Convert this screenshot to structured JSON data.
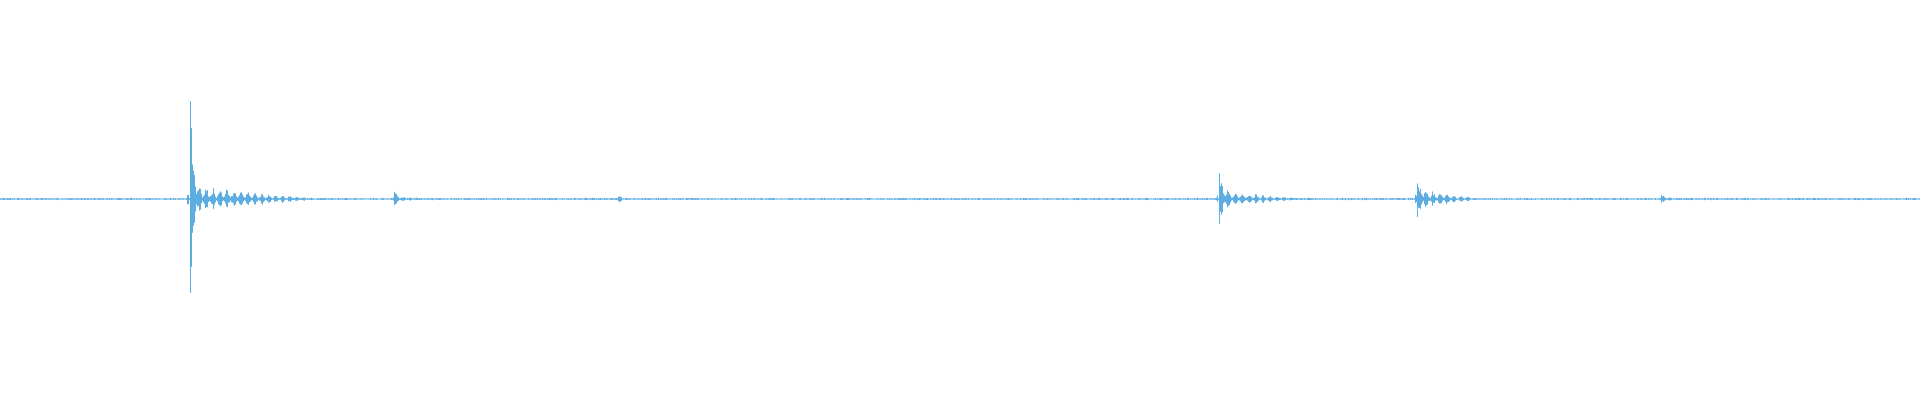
{
  "waveform": {
    "color": "#5DADE2",
    "background": "#ffffff",
    "baseline_amplitude": 0.01,
    "events": [
      {
        "position": 0.099,
        "peak_amplitude": 1.0,
        "decay_length": 0.07,
        "tail_amplitude": 0.12
      },
      {
        "position": 0.205,
        "peak_amplitude": 0.05,
        "decay_length": 0.02,
        "tail_amplitude": 0.03
      },
      {
        "position": 0.322,
        "peak_amplitude": 0.03,
        "decay_length": 0.005,
        "tail_amplitude": 0.02
      },
      {
        "position": 0.635,
        "peak_amplitude": 0.25,
        "decay_length": 0.045,
        "tail_amplitude": 0.08
      },
      {
        "position": 0.738,
        "peak_amplitude": 0.12,
        "decay_length": 0.035,
        "tail_amplitude": 0.09
      },
      {
        "position": 0.865,
        "peak_amplitude": 0.03,
        "decay_length": 0.02,
        "tail_amplitude": 0.02
      }
    ]
  }
}
